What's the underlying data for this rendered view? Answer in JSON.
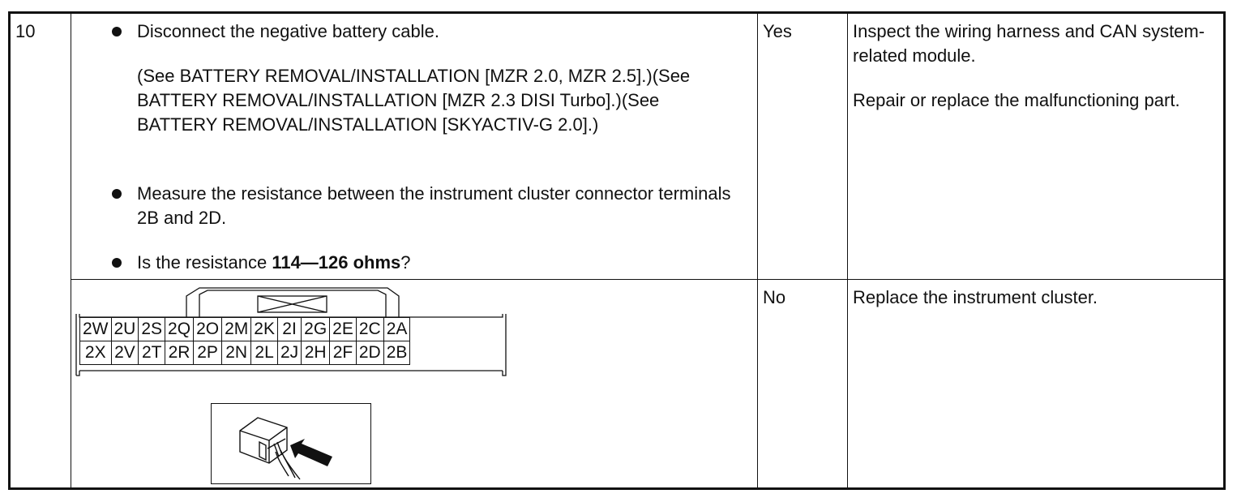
{
  "row": {
    "step": "10",
    "bullets": [
      "Disconnect the negative battery cable.",
      "Measure the resistance between the instrument cluster connector terminals 2B and 2D.",
      "Is the resistance"
    ],
    "see_text": "(See BATTERY REMOVAL/INSTALLATION [MZR 2.0, MZR 2.5].)(See BATTERY REMOVAL/INSTALLATION [MZR 2.3 DISI Turbo].)(See BATTERY REMOVAL/INSTALLATION [SKYACTIV-G 2.0].)",
    "resistance_value": "114—126 ohms",
    "question_mark": "?",
    "yes_label": "Yes",
    "yes_action_1": "Inspect the wiring harness and CAN system-related module.",
    "yes_action_2": "Repair or replace the malfunctioning part.",
    "no_label": "No",
    "no_action": "Replace the instrument cluster."
  },
  "connector": {
    "top_row": [
      "2W",
      "2U",
      "2S",
      "2Q",
      "2O",
      "2M",
      "2K",
      "2I",
      "2G",
      "2E",
      "2C",
      "2A"
    ],
    "bottom_row": [
      "2X",
      "2V",
      "2T",
      "2R",
      "2P",
      "2N",
      "2L",
      "2J",
      "2H",
      "2F",
      "2D",
      "2B"
    ]
  }
}
